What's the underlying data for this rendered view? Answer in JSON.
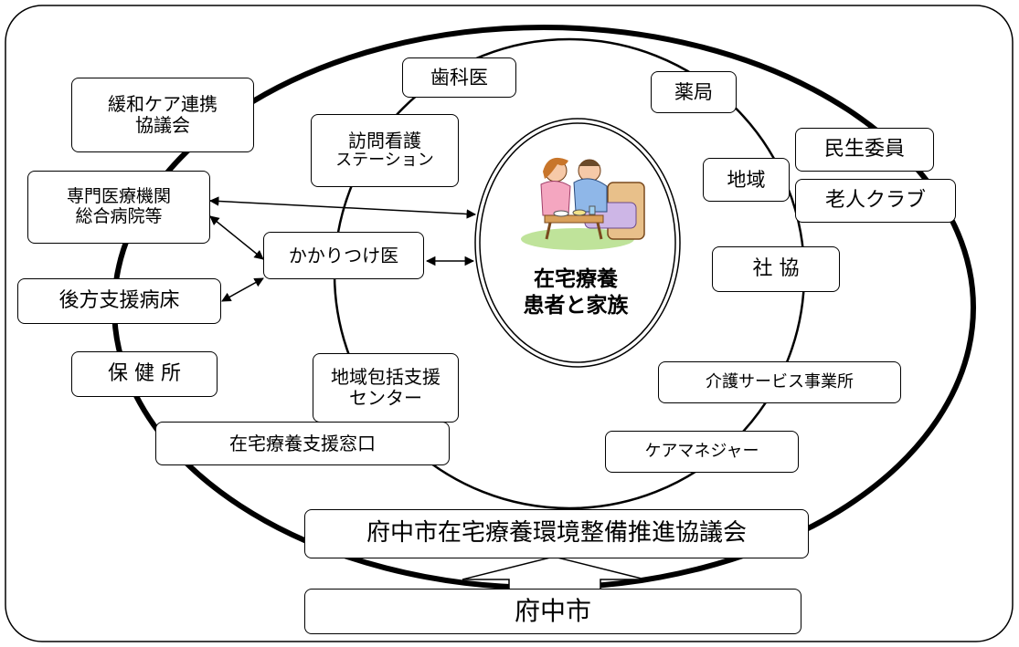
{
  "center": {
    "line1": "在宅療養",
    "line2": "患者と家族"
  },
  "nodes": {
    "kanwa": {
      "line1": "緩和ケア連携",
      "line2": "協議会"
    },
    "senmon": {
      "line1": "専門医療機関",
      "line2": "総合病院等"
    },
    "kohou": "後方支援病床",
    "hokenjo": "保 健 所",
    "zaitaku_madoguchi": "在宅療養支援窓口",
    "shika": "歯科医",
    "houmon": {
      "line1": "訪問看護",
      "line2": "ステーション"
    },
    "kakaritsuke": "かかりつけ医",
    "chiiki_houkatsu": {
      "line1": "地域包括支援",
      "line2": "センター"
    },
    "yakkyoku": "薬局",
    "chiiki": "地域",
    "minsei": "民生委員",
    "roujin": "老人クラブ",
    "shakyo": "社 協",
    "kaigo": "介護サービス事業所",
    "caremanager": "ケアマネジャー",
    "kyougikai": "府中市在宅療養環境整備推進協議会",
    "fuchu": "府中市"
  },
  "colors": {
    "line": "#000000",
    "background": "#ffffff",
    "skin": "#f6c9a8",
    "hair": "#c8752a",
    "shirt_woman": "#f4a6c0",
    "shirt_man": "#8fb7e8",
    "table": "#d9a05b",
    "mat": "#bfe39a"
  },
  "icons": [
    "patient-family-illustration"
  ]
}
